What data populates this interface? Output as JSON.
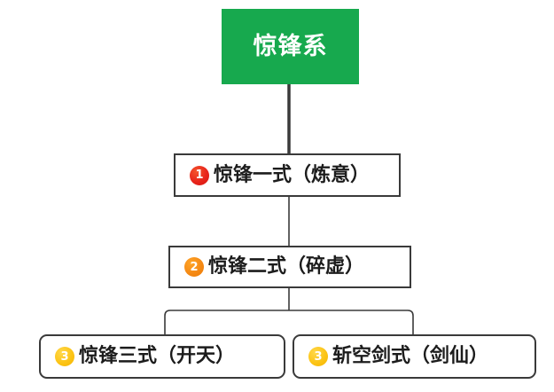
{
  "diagram": {
    "title": "惊锋系",
    "root": {
      "label": "惊锋系",
      "color": "#17a94e",
      "text_color": "#ffffff"
    },
    "nodes": [
      {
        "badge": "1",
        "badge_color": "#e8241b",
        "label": "惊锋一式（炼意）",
        "tier": 1
      },
      {
        "badge": "2",
        "badge_color": "#f58a15",
        "label": "惊锋二式（碎虚）",
        "tier": 2
      },
      {
        "badge": "3",
        "badge_color": "#fcc416",
        "label": "惊锋三式（开天）",
        "tier": 3
      },
      {
        "badge": "3",
        "badge_color": "#fcc416",
        "label": "斩空剑式（剑仙）",
        "tier": 3
      }
    ],
    "connector_color": "#3a3a3a",
    "background": "#ffffff"
  }
}
